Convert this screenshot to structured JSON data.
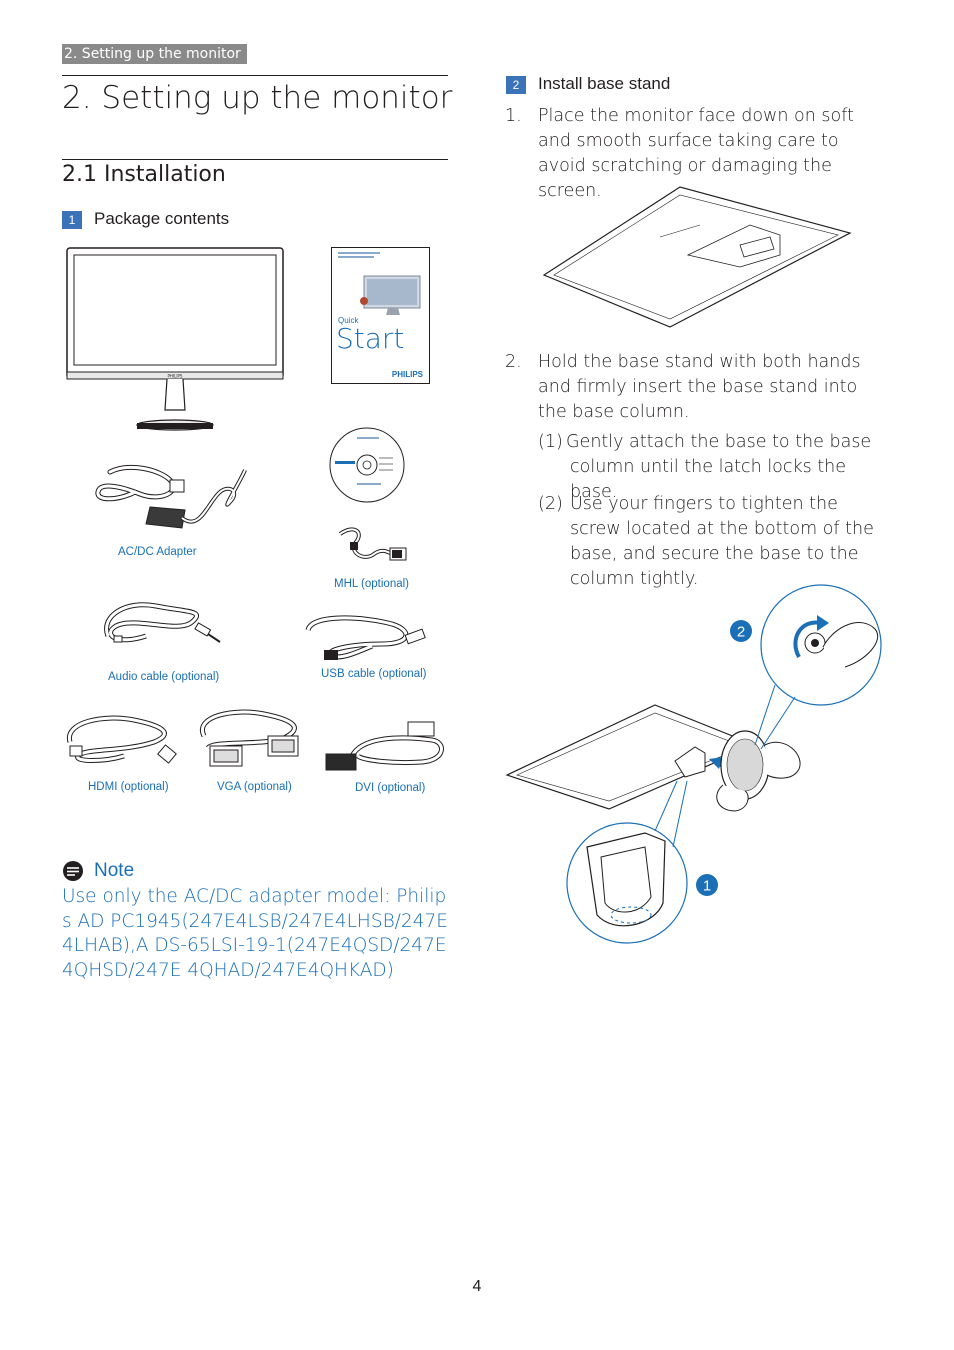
{
  "header": {
    "breadcrumb": "2. Setting up the monitor"
  },
  "title": "2.  Setting up the monitor",
  "section": {
    "number_title": "2.1  Installation"
  },
  "package": {
    "step_number": "1",
    "heading": "Package contents",
    "items": {
      "adapter": "AC/DC Adapter",
      "mhl": "MHL (optional)",
      "audio": "Audio cable (optional)",
      "usb": "USB cable (optional)",
      "hdmi": "HDMI (optional)",
      "vga": "VGA (optional)",
      "dvi": "DVI (optional)"
    },
    "quickstart": {
      "small": "Quick",
      "big": "Start",
      "brand": "PHILIPS"
    },
    "monitor_brand": "PHILIPS"
  },
  "note": {
    "title": "Note",
    "text": "Use only the AC/DC adapter model: Philips AD PC1945(247E4LSB/247E4LHSB/247E4LHAB),A DS-65LSI-19-1(247E4QSD/247E4QHSD/247E 4QHAD/247E4QHKAD)"
  },
  "install": {
    "step_number": "2",
    "heading": "Install base stand",
    "steps": [
      {
        "num": "1.",
        "text": "Place the monitor face down on soft and smooth surface taking care to avoid scratching or damaging the screen."
      },
      {
        "num": "2.",
        "text": "Hold the base stand with both hands and firmly insert the base stand into the base column."
      }
    ],
    "sub_steps": [
      {
        "num": "(1)",
        "text": "Gently attach the base to the base column until the latch locks the base."
      },
      {
        "num": "(2)",
        "text": "Use your fingers to tighten the screw located at the bottom of the base, and secure the base to the column tightly."
      }
    ],
    "callouts": {
      "one": "1",
      "two": "2"
    }
  },
  "footer": {
    "page_number": "4"
  },
  "colors": {
    "accent": "#1a6fb7",
    "step_box": "#3b73b9",
    "breadcrumb_bg": "#8a8a8a"
  }
}
